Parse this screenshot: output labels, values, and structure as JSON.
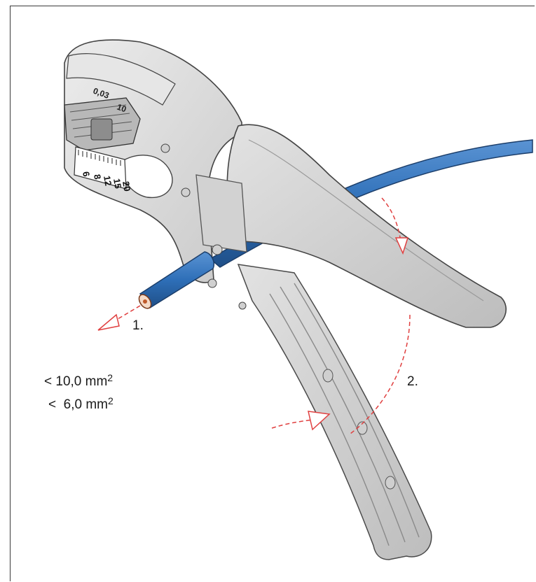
{
  "steps": {
    "step1_label": "1.",
    "step2_label": "2."
  },
  "specs": [
    {
      "prefix": "< ",
      "value": "10,0 mm",
      "sup": "2"
    },
    {
      "prefix": "<  ",
      "value": "6,0 mm",
      "sup": "2"
    }
  ],
  "tool_markings": {
    "cap_text_1": "0,03",
    "cap_text_2": "10",
    "scale_digits": [
      "6",
      "8",
      "12",
      "15",
      "20"
    ]
  },
  "colors": {
    "cable": "#2e6fb8",
    "tool_body": "#d9d9d9",
    "arrow": "#e04040"
  }
}
